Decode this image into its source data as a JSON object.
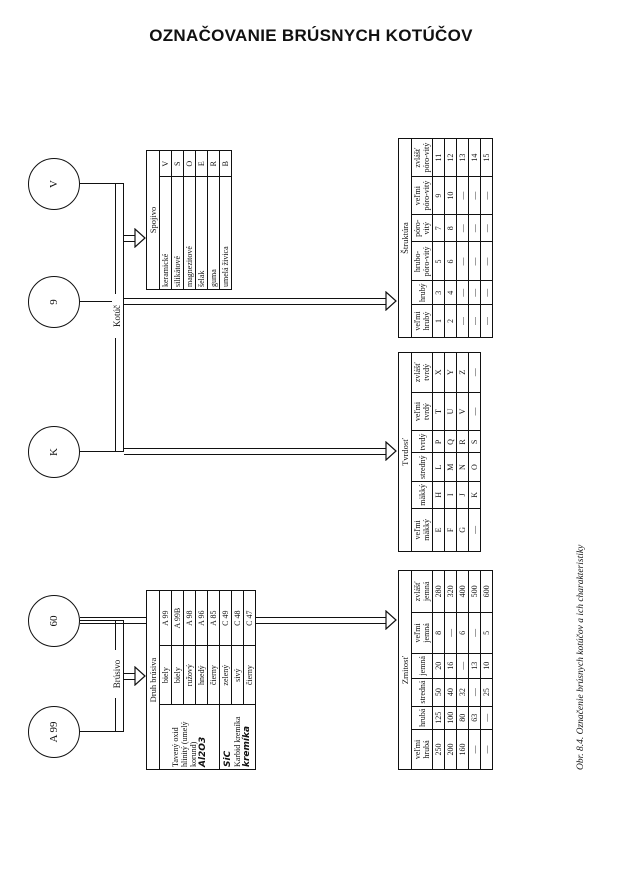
{
  "title": "OZNAČOVANIE BRÚSNYCH KOTÚČOV",
  "circles": [
    "A 99",
    "60",
    "K",
    "9",
    "V"
  ],
  "bars": {
    "brusivo": "Brúsivo",
    "kotuc": "Kotúč"
  },
  "spojivo": {
    "header": "Spojivo",
    "rows": [
      {
        "name": "keramické",
        "code": "V"
      },
      {
        "name": "silikátové",
        "code": "S"
      },
      {
        "name": "magnezitové",
        "code": "O"
      },
      {
        "name": "šelak",
        "code": "E"
      },
      {
        "name": "guma",
        "code": "R"
      },
      {
        "name": "umelá živica",
        "code": "B"
      }
    ]
  },
  "druh": {
    "header": "Druh brúsiva",
    "group1": "Tavený oxid hlinitý (umelý korund)",
    "group2": "Karbid kremíka",
    "rows": [
      [
        "biely",
        "A 99"
      ],
      [
        "biely",
        "A 99B"
      ],
      [
        "ružový",
        "A 98"
      ],
      [
        "hnedý",
        "A 96"
      ],
      [
        "čierny",
        "A 85"
      ],
      [
        "zelený",
        "C 49"
      ],
      [
        "sivý",
        "C 48"
      ],
      [
        "čierny",
        "C 47"
      ]
    ],
    "hand1": "Al2O3",
    "hand2": "SiC",
    "hand3": "kremíka"
  },
  "zrnitost": {
    "header": "Zrnitosť",
    "cols": [
      "veľmi hrubá",
      "hrubá",
      "stredná",
      "jemná",
      "veľmi jemná",
      "zvlášť jemná"
    ],
    "rows": [
      [
        "250",
        "125",
        "50",
        "20",
        "8",
        "280"
      ],
      [
        "200",
        "100",
        "40",
        "16",
        "—",
        "320"
      ],
      [
        "160",
        "80",
        "32",
        "—",
        "6",
        "400"
      ],
      [
        "—",
        "63",
        "—",
        "13",
        "—",
        "500"
      ],
      [
        "—",
        "—",
        "25",
        "10",
        "5",
        "600"
      ]
    ]
  },
  "tvrdost": {
    "header": "Tvrdosť",
    "cols": [
      "veľmi mäkký",
      "mäkký",
      "stredný",
      "tvrdý",
      "veľmi tvrdý",
      "zvlášť tvrdý"
    ],
    "rows": [
      [
        "E",
        "H",
        "L",
        "P",
        "T",
        "X"
      ],
      [
        "F",
        "I",
        "M",
        "Q",
        "U",
        "Y"
      ],
      [
        "G",
        "J",
        "N",
        "R",
        "V",
        "Z"
      ],
      [
        "—",
        "K",
        "O",
        "S",
        "—",
        "—"
      ]
    ]
  },
  "struktura": {
    "header": "Štruktúra",
    "cols": [
      "veľmi hrubý",
      "hrubý",
      "hrubo-póro-vitý",
      "póro-vitý",
      "veľmi póro-vitý",
      "zvlášť póro-vitý"
    ],
    "rows": [
      [
        "1",
        "3",
        "5",
        "7",
        "9",
        "11"
      ],
      [
        "2",
        "4",
        "6",
        "8",
        "10",
        "12"
      ],
      [
        "—",
        "—",
        "—",
        "—",
        "—",
        "13"
      ],
      [
        "—",
        "—",
        "—",
        "—",
        "—",
        "14"
      ],
      [
        "—",
        "—",
        "—",
        "—",
        "—",
        "15"
      ]
    ]
  },
  "caption": "Obr. 8.4. Označenie brúsnych kotúčov a ich charakteristiky"
}
